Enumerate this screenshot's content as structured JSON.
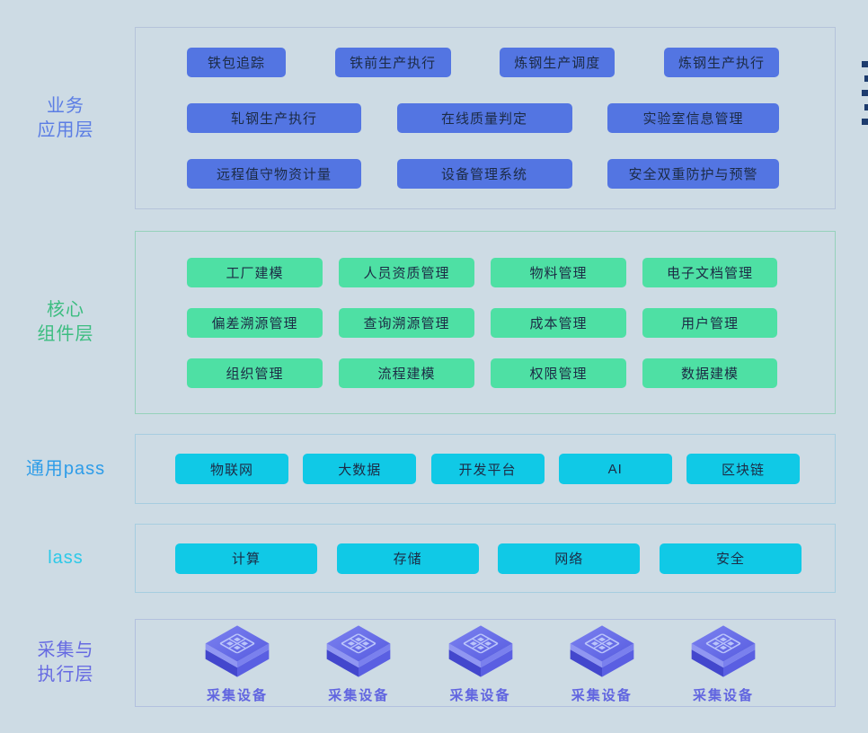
{
  "page": {
    "background": "#cddbe4",
    "button_text_color": "#1c2b45"
  },
  "right_decoration": {
    "icon": "dashed-squares-icon",
    "color": "#1d3c6e",
    "count": 5
  },
  "layers": [
    {
      "id": "business-application",
      "label_lines": [
        "业务",
        "应用层"
      ],
      "label_color": "#5b7de4",
      "border_color": "#b5c3da",
      "button_color": "#5375e2",
      "rows": [
        [
          "铁包追踪",
          "铁前生产执行",
          "炼钢生产调度",
          "炼钢生产执行"
        ],
        [
          "轧钢生产执行",
          "在线质量判定",
          "实验室信息管理"
        ],
        [
          "远程值守物资计量",
          "设备管理系统",
          "安全双重防护与预警"
        ]
      ]
    },
    {
      "id": "core-components",
      "label_lines": [
        "核心",
        "组件层"
      ],
      "label_color": "#3cbd80",
      "border_color": "#95d1bb",
      "button_color": "#4ee0a4",
      "rows": [
        [
          "工厂建模",
          "人员资质管理",
          "物料管理",
          "电子文档管理"
        ],
        [
          "偏差溯源管理",
          "查询溯源管理",
          "成本管理",
          "用户管理"
        ],
        [
          "组织管理",
          "流程建模",
          "权限管理",
          "数据建模"
        ]
      ]
    },
    {
      "id": "general-paas",
      "label_lines": [
        "通用pass"
      ],
      "label_color": "#2d9ce8",
      "border_color": "#a6cde0",
      "button_color": "#10c9e6",
      "rows": [
        [
          "物联网",
          "大数据",
          "开发平台",
          "AI",
          "区块链"
        ]
      ]
    },
    {
      "id": "iaas",
      "label_lines": [
        "lass"
      ],
      "label_color": "#2cc9e8",
      "border_color": "#a6cde0",
      "button_color": "#10c9e6",
      "rows": [
        [
          "计算",
          "存储",
          "网络",
          "安全"
        ]
      ]
    },
    {
      "id": "collection-execution",
      "label_lines": [
        "采集与",
        "执行层"
      ],
      "label_color": "#666ae2",
      "border_color": "#b2c0de",
      "device_label_color": "#6165e0",
      "devices": [
        "采集设备",
        "采集设备",
        "采集设备",
        "采集设备",
        "采集设备"
      ]
    }
  ]
}
